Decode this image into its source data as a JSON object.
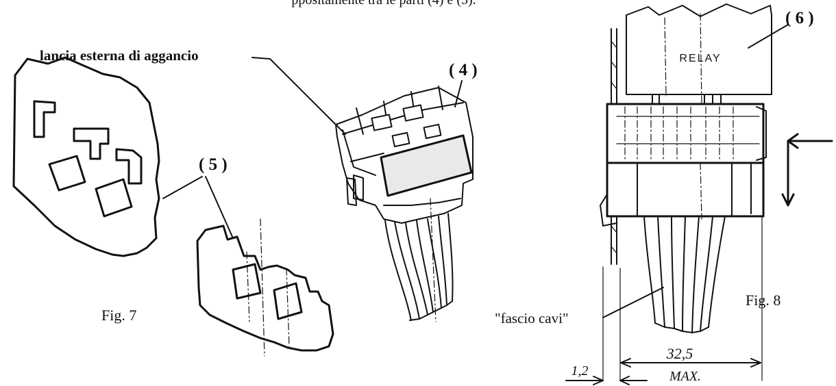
{
  "header_fragment": "ppositamente tra le parti (4) e (5).",
  "labels": {
    "external_tab": "lancia esterna di aggancio",
    "part4": "( 4 )",
    "part5": "( 5 )",
    "part6": "( 6 )",
    "relay": "RELAY",
    "wire_bundle": "\"fascio cavi\"",
    "fig7": "Fig. 7",
    "fig8": "Fig. 8"
  },
  "dimensions": {
    "thickness": "1,2",
    "width": "32,5",
    "width_note": "MAX."
  }
}
